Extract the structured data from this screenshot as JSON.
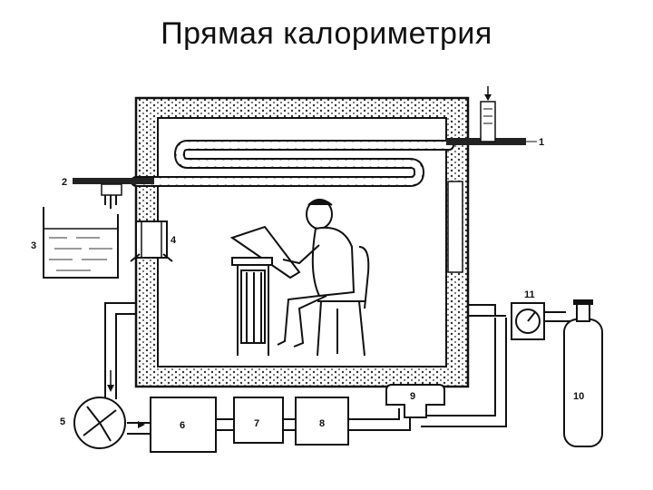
{
  "title": "Прямая калориметрия",
  "labels": {
    "n1": "1",
    "n2": "2",
    "n3": "3",
    "n4": "4",
    "n5": "5",
    "n6": "6",
    "n7": "7",
    "n8": "8",
    "n9": "9",
    "n10": "10",
    "n11": "11"
  }
}
